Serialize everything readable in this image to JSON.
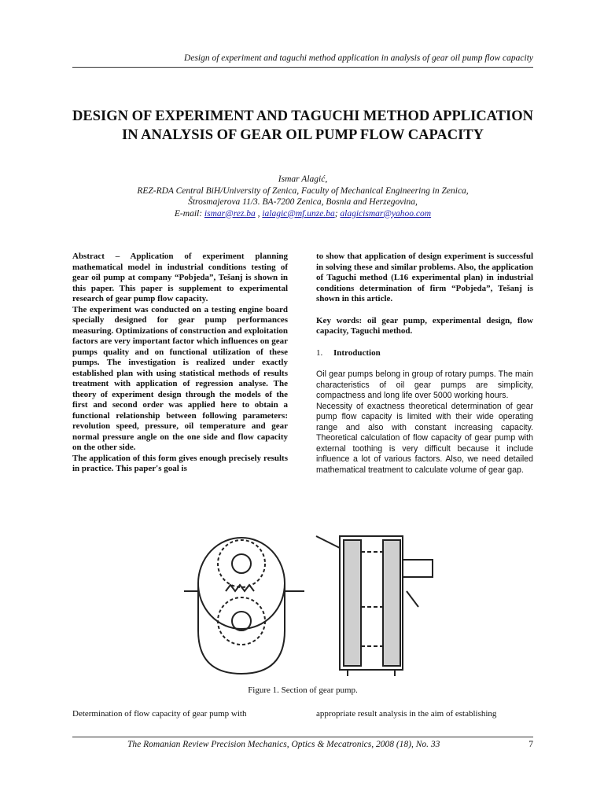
{
  "running_head": "Design of experiment and taguchi method application in analysis of gear oil pump flow capacity",
  "title": "DESIGN OF EXPERIMENT AND TAGUCHI METHOD APPLICATION IN ANALYSIS OF GEAR OIL PUMP FLOW CAPACITY",
  "author": {
    "name": "Ismar Alagić,",
    "affiliation_line1": "REZ-RDA Central BiH/University of Zenica, Faculty of Mechanical Engineering in Zenica,",
    "affiliation_line2": "Štrosmajerova 11/3. BA-7200 Zenica, Bosnia and Herzegovina,",
    "email_label": "E-mail:",
    "emails": [
      "ismar@rez.ba",
      "ialagic@mf.unze.ba",
      "alagicismar@yahoo.com"
    ],
    "email_sep1": " ,",
    "email_sep2": ";"
  },
  "abstract": {
    "part1": "Abstract – Application of experiment planning mathematical model in industrial conditions testing of gear oil pump at company “Pobjeda”, Tešanj is shown in this paper. This paper is supplement to experimental research of gear pump flow capacity.",
    "part2": "The experiment was conducted on a testing engine board specially designed for gear pump performances measuring. Optimizations of construction and exploitation factors are very important factor which influences on gear pumps quality and on functional utilization of these pumps. The investigation is realized under exactly established plan with using statistical methods of results treatment with application of regression analyse. The theory of experiment design through the models of the first and second order was applied here to obtain a functional relationship between following parameters: revolution speed, pressure, oil temperature and gear normal pressure angle on the one side and flow capacity on the other side.",
    "part3": "The application of this form gives enough precisely results in practice. This paper's goal is",
    "part4": "to show that application of design experiment is successful in solving these and similar problems. Also, the application of Taguchi method (L16 experimental plan) in industrial conditions determination of firm “Pobjeda”, Tešanj is shown in this article."
  },
  "keywords": "Key words: oil gear pump, experimental design, flow capacity, Taguchi method.",
  "section1": {
    "number": "1.",
    "heading": "Introduction",
    "para1": "Oil gear pumps belong in group of rotary pumps. The main characteristics of oil gear pumps are simplicity, compactness and long life over 5000 working hours.",
    "para2": "Necessity of exactness theoretical determination of gear pump flow capacity is limited with their wide operating range and also with constant increasing capacity. Theoretical calculation of flow capacity of gear pump with external toothing is very difficult because it include influence a lot of various factors. Also, we need detailed mathematical treatment to calculate volume of gear gap."
  },
  "figure": {
    "caption": "Figure 1.  Section of gear pump."
  },
  "continuation": {
    "left": "Determination of flow capacity of gear pump with",
    "right": "appropriate result analysis in the aim of establishing"
  },
  "footer": {
    "journal": "The Romanian Review Precision Mechanics, Optics & Mecatronics, 2008 (18), No. 33",
    "page": "7"
  }
}
